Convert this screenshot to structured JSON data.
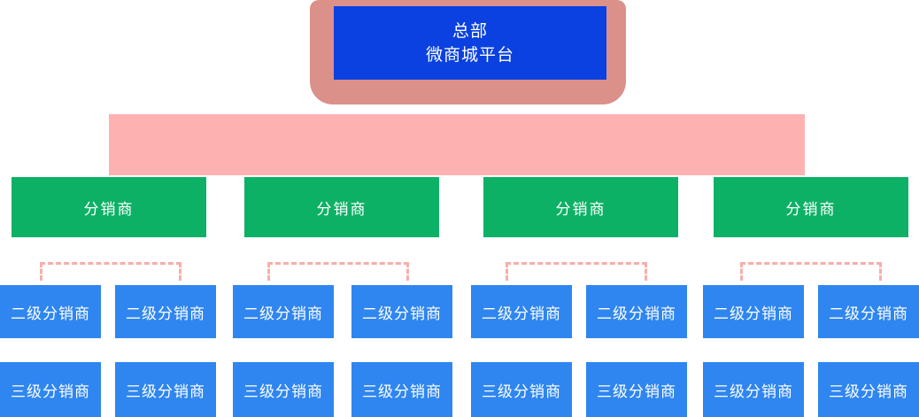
{
  "diagram": {
    "root": {
      "title_line1": "总部",
      "title_line2": "微商城平台"
    },
    "distributors": [
      {
        "label": "分销商"
      },
      {
        "label": "分销商"
      },
      {
        "label": "分销商"
      },
      {
        "label": "分销商"
      }
    ],
    "second_level": [
      {
        "label": "二级分销商"
      },
      {
        "label": "二级分销商"
      },
      {
        "label": "二级分销商"
      },
      {
        "label": "二级分销商"
      },
      {
        "label": "二级分销商"
      },
      {
        "label": "二级分销商"
      },
      {
        "label": "二级分销商"
      },
      {
        "label": "二级分销商"
      }
    ],
    "third_level": [
      {
        "label": "三级分销商"
      },
      {
        "label": "三级分销商"
      },
      {
        "label": "三级分销商"
      },
      {
        "label": "三级分销商"
      },
      {
        "label": "三级分销商"
      },
      {
        "label": "三级分销商"
      },
      {
        "label": "三级分销商"
      },
      {
        "label": "三级分销商"
      }
    ]
  },
  "colors": {
    "root_box": "#0A41E0",
    "root_halo": "#DB908A",
    "connector_bar": "#FDB2B1",
    "dashed_connector": "#F7AEAB",
    "distributor_box": "#0DB166",
    "sub_distributor_box": "#2F86F0",
    "text": "#FFFFFF"
  }
}
